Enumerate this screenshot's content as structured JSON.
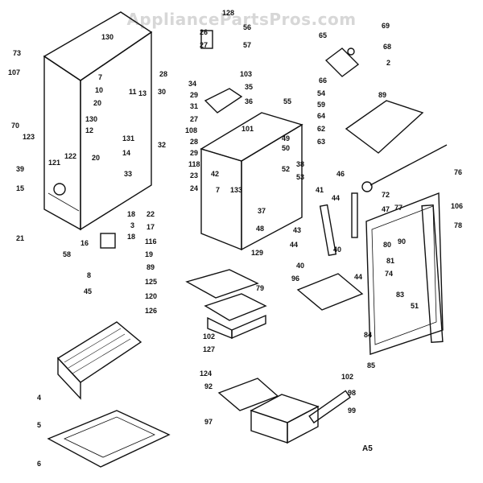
{
  "watermark": "AppliancePartsPros.com",
  "corner_code": "A5",
  "callouts": [
    "73",
    "107",
    "70",
    "123",
    "121",
    "122",
    "39",
    "15",
    "21",
    "58",
    "8",
    "45",
    "130",
    "7",
    "10",
    "20",
    "11",
    "13",
    "130",
    "12",
    "131",
    "14",
    "20",
    "16",
    "3",
    "18",
    "18",
    "17",
    "22",
    "116",
    "19",
    "89",
    "26",
    "27",
    "28",
    "30",
    "29",
    "31",
    "27",
    "108",
    "28",
    "29",
    "34",
    "32",
    "33",
    "118",
    "23",
    "24",
    "128",
    "56",
    "57",
    "103",
    "35",
    "101",
    "36",
    "55",
    "49",
    "50",
    "52",
    "38",
    "53",
    "42",
    "7",
    "133",
    "37",
    "48",
    "129",
    "65",
    "69",
    "68",
    "2",
    "66",
    "54",
    "89",
    "59",
    "64",
    "62",
    "63",
    "76",
    "46",
    "41",
    "43",
    "44",
    "40",
    "72",
    "47",
    "44",
    "40",
    "44",
    "96",
    "106",
    "77",
    "78",
    "80",
    "90",
    "81",
    "74",
    "83",
    "51",
    "84",
    "85",
    "79",
    "125",
    "120",
    "126",
    "102",
    "127",
    "4",
    "5",
    "6",
    "124",
    "92",
    "102",
    "97",
    "98",
    "99"
  ]
}
